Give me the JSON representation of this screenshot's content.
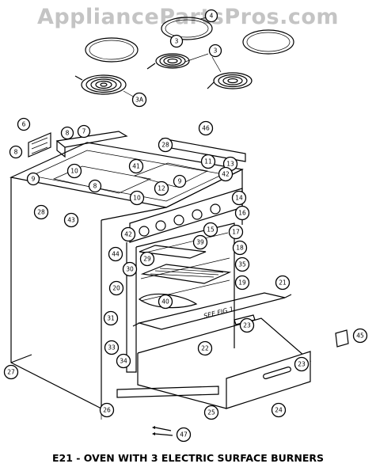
{
  "watermark": "AppliancePartsPros.com",
  "caption": "E21 - OVEN WITH 3 ELECTRIC SURFACE BURNERS",
  "fig_note": "SEE FIG 1",
  "callouts": [
    {
      "id": "c4",
      "label": "4"
    },
    {
      "id": "c3a",
      "label": "3"
    },
    {
      "id": "c3b",
      "label": "3"
    },
    {
      "id": "c3A",
      "label": "3A"
    },
    {
      "id": "c6",
      "label": "6"
    },
    {
      "id": "c8a",
      "label": "8"
    },
    {
      "id": "c7",
      "label": "7"
    },
    {
      "id": "c8b",
      "label": "8"
    },
    {
      "id": "c46",
      "label": "46"
    },
    {
      "id": "c28a",
      "label": "28"
    },
    {
      "id": "c11",
      "label": "11"
    },
    {
      "id": "c13",
      "label": "13"
    },
    {
      "id": "c10a",
      "label": "10"
    },
    {
      "id": "c41",
      "label": "41"
    },
    {
      "id": "c42a",
      "label": "42"
    },
    {
      "id": "c9a",
      "label": "9"
    },
    {
      "id": "c8c",
      "label": "8"
    },
    {
      "id": "c9b",
      "label": "9"
    },
    {
      "id": "c12",
      "label": "12"
    },
    {
      "id": "c14",
      "label": "14"
    },
    {
      "id": "c28b",
      "label": "28"
    },
    {
      "id": "c10b",
      "label": "10"
    },
    {
      "id": "c43",
      "label": "43"
    },
    {
      "id": "c16",
      "label": "16"
    },
    {
      "id": "c15",
      "label": "15"
    },
    {
      "id": "c17",
      "label": "17"
    },
    {
      "id": "c42b",
      "label": "42"
    },
    {
      "id": "c44",
      "label": "44"
    },
    {
      "id": "c39",
      "label": "39"
    },
    {
      "id": "c18",
      "label": "18"
    },
    {
      "id": "c29",
      "label": "29"
    },
    {
      "id": "c30",
      "label": "30"
    },
    {
      "id": "c35",
      "label": "35"
    },
    {
      "id": "c20",
      "label": "20"
    },
    {
      "id": "c19",
      "label": "19"
    },
    {
      "id": "c21",
      "label": "21"
    },
    {
      "id": "c40",
      "label": "40"
    },
    {
      "id": "c31",
      "label": "31"
    },
    {
      "id": "c23a",
      "label": "23"
    },
    {
      "id": "c45",
      "label": "45"
    },
    {
      "id": "c22",
      "label": "22"
    },
    {
      "id": "c33",
      "label": "33"
    },
    {
      "id": "c34",
      "label": "34"
    },
    {
      "id": "c23b",
      "label": "23"
    },
    {
      "id": "c27",
      "label": "27"
    },
    {
      "id": "c26",
      "label": "26"
    },
    {
      "id": "c25",
      "label": "25"
    },
    {
      "id": "c24",
      "label": "24"
    },
    {
      "id": "c47",
      "label": "47"
    }
  ]
}
